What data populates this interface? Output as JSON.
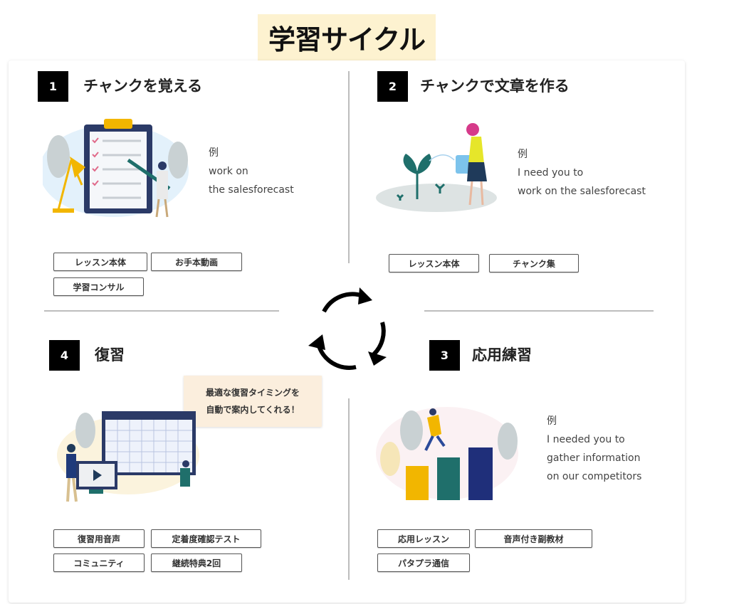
{
  "title": "学習サイクル",
  "sections": [
    {
      "number": "1",
      "title": "チャンクを覚える",
      "example_label": "例",
      "example_lines": [
        "work on",
        "the salesforecast"
      ],
      "buttons": [
        "レッスン本体",
        "お手本動画",
        "学習コンサル"
      ]
    },
    {
      "number": "2",
      "title": "チャンクで文章を作る",
      "example_label": "例",
      "example_lines": [
        "I need you to",
        "work on the salesforecast"
      ],
      "buttons": [
        "レッスン本体",
        "チャンク集"
      ]
    },
    {
      "number": "3",
      "title": "応用練習",
      "example_label": "例",
      "example_lines": [
        "I needed you to",
        "gather information",
        "on our competitors"
      ],
      "buttons": [
        "応用レッスン",
        "音声付き副教材",
        "パタプラ通信"
      ]
    },
    {
      "number": "4",
      "title": "復習",
      "bubble_lines": [
        "最適な復習タイミングを",
        "自動で案内してくれる！"
      ],
      "buttons": [
        "復習用音声",
        "定着度確認テスト",
        "コミュニティ",
        "継続特典2回"
      ]
    }
  ],
  "colors": {
    "title_bg": "#fdf2d0",
    "bubble_bg": "#fbeedd",
    "badge": "#000000",
    "navy": "#2b3a67",
    "yellow": "#f2b600",
    "teal": "#1f6f6b"
  }
}
